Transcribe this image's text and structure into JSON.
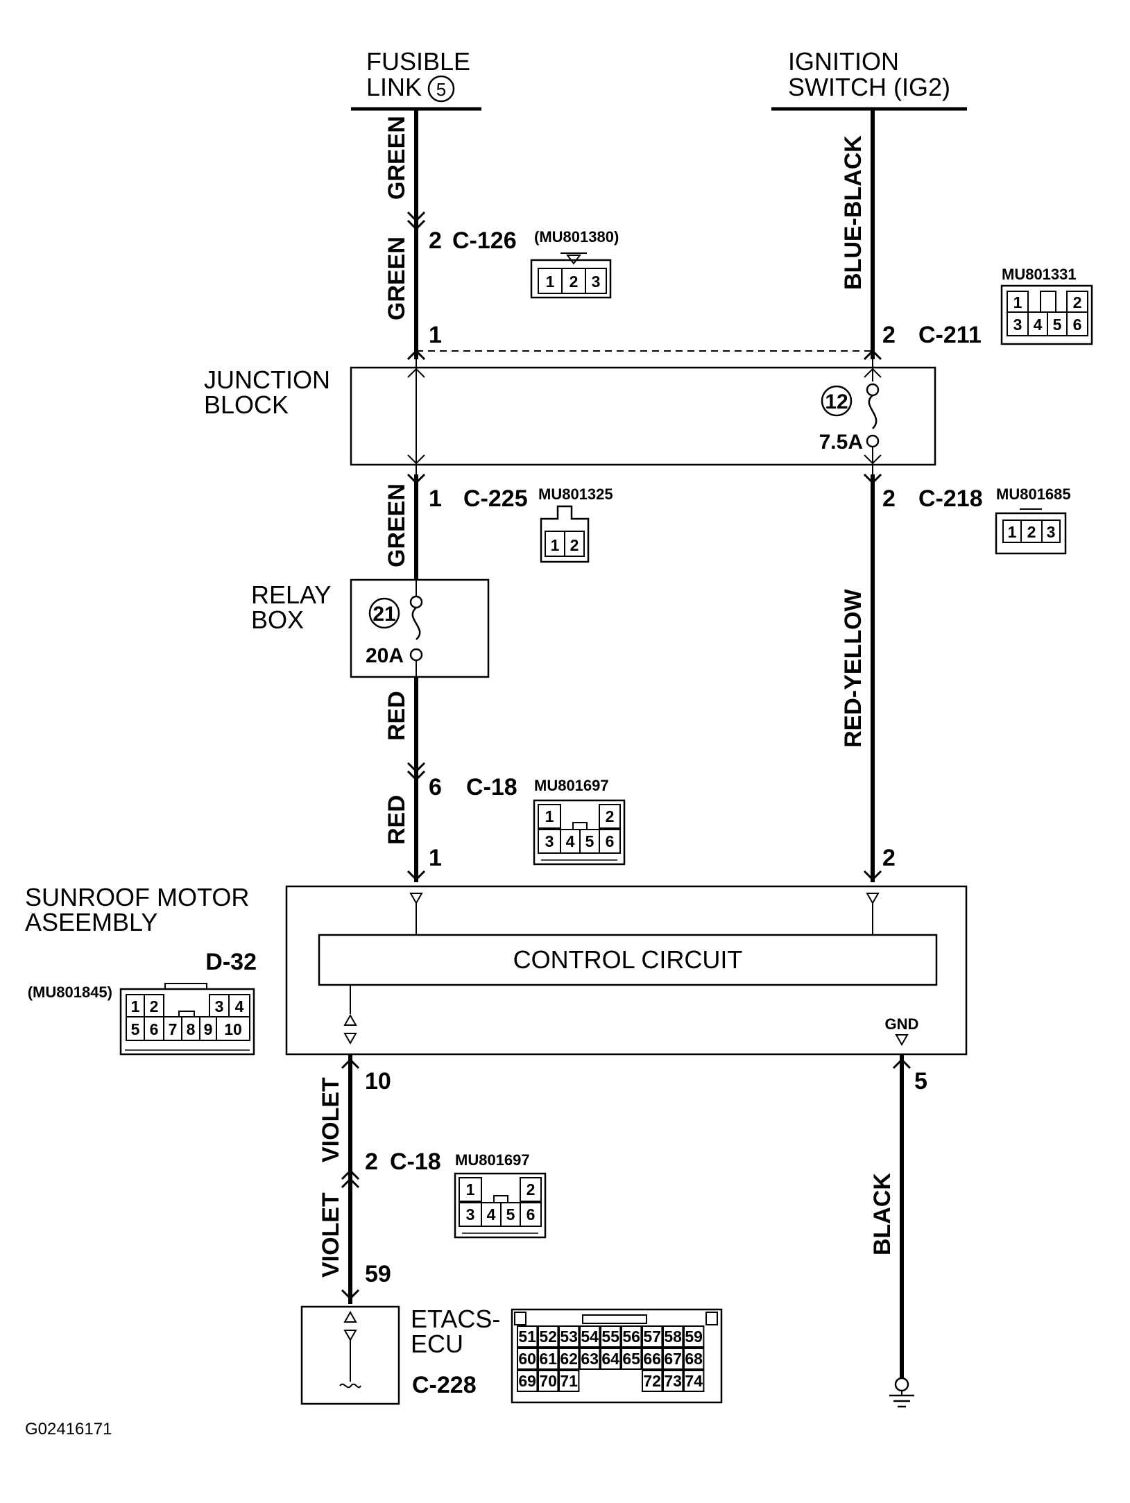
{
  "sources": {
    "fusible_link": {
      "line1": "FUSIBLE",
      "line2": "LINK",
      "number": "5"
    },
    "ignition_switch": {
      "line1": "IGNITION",
      "line2": "SWITCH (IG2)"
    }
  },
  "junction_block": {
    "line1": "JUNCTION",
    "line2": "BLOCK",
    "fuse_number": "12",
    "fuse_rating": "7.5A"
  },
  "relay_box": {
    "line1": "RELAY",
    "line2": "BOX",
    "fuse_number": "21",
    "fuse_rating": "20A"
  },
  "sunroof": {
    "line1": "SUNROOF MOTOR",
    "line2": "ASEEMBLY",
    "connector": "D-32",
    "part": "(MU801845)",
    "control_circuit": "CONTROL CIRCUIT",
    "gnd": "GND",
    "pins": [
      "1",
      "2",
      "3",
      "4",
      "5",
      "6",
      "7",
      "8",
      "9",
      "10"
    ]
  },
  "etacs": {
    "line1": "ETACS-",
    "line2": "ECU",
    "connector": "C-228",
    "pins_row1": [
      "51",
      "52",
      "53",
      "54",
      "55",
      "56",
      "57",
      "58",
      "59"
    ],
    "pins_row2": [
      "60",
      "61",
      "62",
      "63",
      "64",
      "65",
      "66",
      "67",
      "68"
    ],
    "pins_row3": [
      "69",
      "70",
      "71",
      "72",
      "73",
      "74"
    ]
  },
  "connectors": {
    "c126": {
      "id": "C-126",
      "pin": "2",
      "part": "(MU801380)",
      "pins": [
        "1",
        "2",
        "3"
      ]
    },
    "c211": {
      "id": "C-211",
      "pin": "2",
      "part": "MU801331",
      "pins": [
        "1",
        "2",
        "3",
        "4",
        "5",
        "6"
      ]
    },
    "c225": {
      "id": "C-225",
      "pin": "1",
      "part": "MU801325",
      "pins": [
        "1",
        "2"
      ]
    },
    "c218": {
      "id": "C-218",
      "pin": "2",
      "part": "MU801685",
      "pins": [
        "1",
        "2",
        "3"
      ]
    },
    "c18a": {
      "id": "C-18",
      "pin": "6",
      "part": "MU801697",
      "pins": [
        "1",
        "2",
        "3",
        "4",
        "5",
        "6"
      ]
    },
    "c18b": {
      "id": "C-18",
      "pin": "2",
      "part": "MU801697",
      "pins": [
        "1",
        "2",
        "3",
        "4",
        "5",
        "6"
      ]
    }
  },
  "pin_labels": {
    "left_jb_top": "1",
    "right_jb_top": "2",
    "left_motor": "1",
    "right_motor": "2",
    "violet_motor": "10",
    "black_motor": "5",
    "violet_ecu": "59"
  },
  "wires": {
    "green": "GREEN",
    "blue_black": "BLUE-BLACK",
    "red": "RED",
    "red_yellow": "RED-YELLOW",
    "violet": "VIOLET",
    "black": "BLACK"
  },
  "footer": {
    "code": "G02416171"
  }
}
